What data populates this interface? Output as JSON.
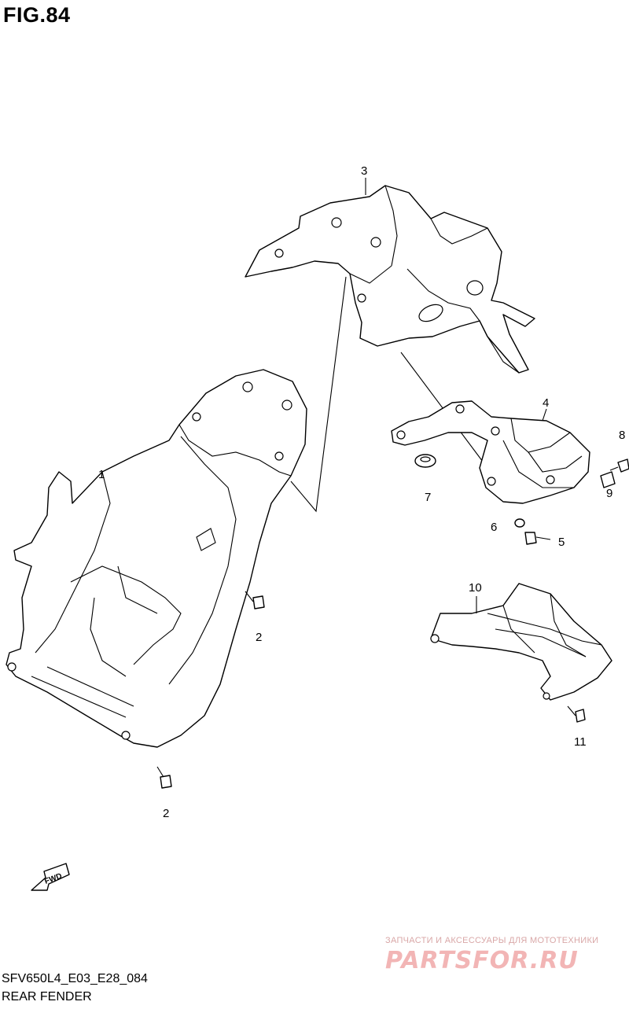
{
  "figure": {
    "title": "FIG.84",
    "code": "SFV650L4_E03_E28_084",
    "name": "REAR FENDER"
  },
  "callouts": [
    "1",
    "2",
    "2",
    "3",
    "4",
    "5",
    "6",
    "7",
    "8",
    "9",
    "10",
    "11"
  ],
  "direction_badge": "FWD",
  "watermark": {
    "top_text": "ЗАПЧАСТИ И АКСЕССУАРЫ ДЛЯ МОТОТЕХНИКИ",
    "brand_text": "PARTSFOR.RU",
    "color": "#f2b5b5"
  }
}
